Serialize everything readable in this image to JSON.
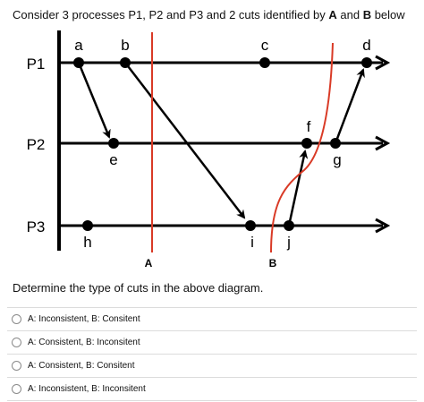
{
  "question": {
    "text_prefix": "Consider 3 processes P1, P2 and P3 and 2 cuts identified by ",
    "cut_a": "A",
    "and_text": " and ",
    "cut_b": "B",
    "text_suffix": " below"
  },
  "diagram": {
    "colors": {
      "line": "#000000",
      "cut": "#d93a26"
    },
    "processes": [
      {
        "label": "P1"
      },
      {
        "label": "P2"
      },
      {
        "label": "P3"
      }
    ],
    "events": [
      {
        "label": "a",
        "process": "P1"
      },
      {
        "label": "b",
        "process": "P1"
      },
      {
        "label": "c",
        "process": "P1"
      },
      {
        "label": "d",
        "process": "P1"
      },
      {
        "label": "e",
        "process": "P2"
      },
      {
        "label": "f",
        "process": "P2"
      },
      {
        "label": "g",
        "process": "P2"
      },
      {
        "label": "h",
        "process": "P3"
      },
      {
        "label": "i",
        "process": "P3"
      },
      {
        "label": "j",
        "process": "P3"
      }
    ],
    "messages": [
      {
        "from": "a",
        "to": "e"
      },
      {
        "from": "b",
        "to": "i"
      },
      {
        "from": "j",
        "to": "f"
      },
      {
        "from": "g",
        "to": "d"
      }
    ],
    "cuts": [
      {
        "label": "A"
      },
      {
        "label": "B"
      }
    ]
  },
  "prompt": "Determine the type of cuts in the above diagram.",
  "options": [
    {
      "label": "A: Inconsistent, B: Consitent"
    },
    {
      "label": "A: Consistent, B: Inconsitent"
    },
    {
      "label": "A: Consistent, B: Consitent"
    },
    {
      "label": "A: Inconsistent, B: Inconsitent"
    }
  ]
}
